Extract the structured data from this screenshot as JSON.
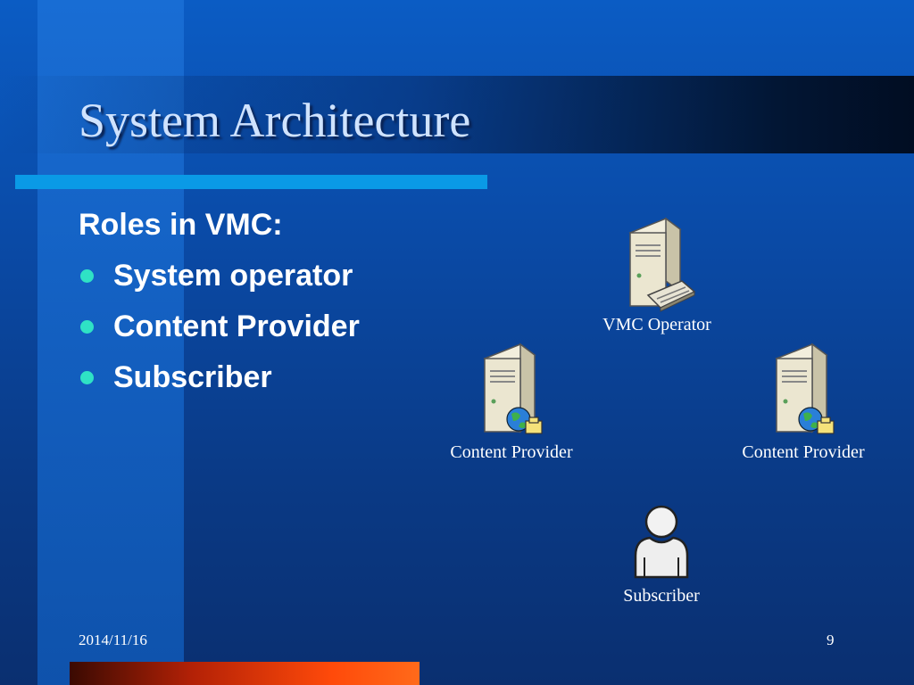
{
  "slide": {
    "title": "System Architecture",
    "footer_date": "2014/11/16",
    "page_number": "9"
  },
  "content": {
    "heading": "Roles in VMC:",
    "bullets": [
      "System operator",
      "Content Provider",
      "Subscriber"
    ]
  },
  "diagram": {
    "nodes": [
      {
        "label": "VMC Operator",
        "icon": "server-with-keyboard-icon"
      },
      {
        "label": "Content Provider",
        "icon": "server-with-globe-icon"
      },
      {
        "label": "Content Provider",
        "icon": "server-with-globe-icon"
      },
      {
        "label": "Subscriber",
        "icon": "user-icon"
      }
    ]
  },
  "colors": {
    "background": "#0a4aa6",
    "accent_rule": "#0a9ae6",
    "bullet_dot": "#2fe2c5",
    "bottom_bar": "#ff4a0a"
  }
}
